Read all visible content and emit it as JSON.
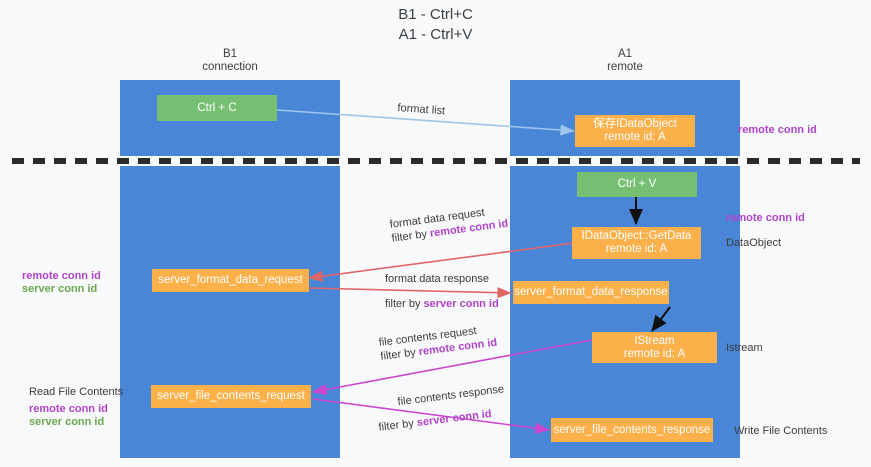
{
  "diagram": {
    "title_line1": "B1 - Ctrl+C",
    "title_line2": "A1 - Ctrl+V",
    "type": "sequence-lane-diagram",
    "background": "#f8f9fa",
    "lane_color": "#4a86d8",
    "box_orange": "#fbb049",
    "box_green": "#77c073",
    "accent_purple": "#b044c8",
    "accent_green": "#6aa84f",
    "divider_color": "#2b2b2b"
  },
  "columns": [
    {
      "id": "b1",
      "name_line1": "B1",
      "name_line2": "connection"
    },
    {
      "id": "a1",
      "name_line1": "A1",
      "name_line2": "remote"
    }
  ],
  "nodes": {
    "ctrl_c": {
      "label": "Ctrl + C",
      "kind": "green"
    },
    "save_idataobject": {
      "line1": "保存IDataObject",
      "line2": "remote id: A",
      "kind": "orange"
    },
    "ctrl_v": {
      "label": "Ctrl + V",
      "kind": "green"
    },
    "getdata": {
      "line1": "IDataObject::GetData",
      "line2": "remote id: A",
      "kind": "orange"
    },
    "server_format_data_request": {
      "label": "server_format_data_request",
      "kind": "orange"
    },
    "server_format_data_response": {
      "label": "server_format_data_response",
      "kind": "orange"
    },
    "istream": {
      "line1": "IStream",
      "line2": "remote id: A",
      "kind": "orange"
    },
    "server_file_contents_request": {
      "label": "server_file_contents_request",
      "kind": "orange"
    },
    "server_file_contents_response": {
      "label": "server_file_contents_response",
      "kind": "orange"
    }
  },
  "edge_labels": {
    "format_list": {
      "text": "format list",
      "filter_prefix": "",
      "filter_key": ""
    },
    "format_data_request": {
      "text": "format data request",
      "filter_prefix": "filter by ",
      "filter_key": "remote conn id"
    },
    "format_data_response": {
      "text": "format data response",
      "filter_prefix": "filter by ",
      "filter_key": "server conn id"
    },
    "file_contents_request": {
      "text": "file contents request",
      "filter_prefix": "filter by ",
      "filter_key": "remote conn id"
    },
    "file_contents_response": {
      "text": "file contents response",
      "filter_prefix": "filter by ",
      "filter_key": "server conn id"
    }
  },
  "side_labels": {
    "right_remote_conn_id_top": "remote conn id",
    "right_remote_conn_id_mid": "remote conn id",
    "right_dataobject": "DataObject",
    "right_istream": "Istream",
    "right_write_file_contents": "Write File Contents",
    "left_remote_conn_id_mid": "remote conn id",
    "left_server_conn_id_mid": "server conn id",
    "left_read_file_contents": "Read File Contents",
    "left_remote_conn_id_bottom": "remote conn id",
    "left_server_conn_id_bottom": "server conn id"
  }
}
